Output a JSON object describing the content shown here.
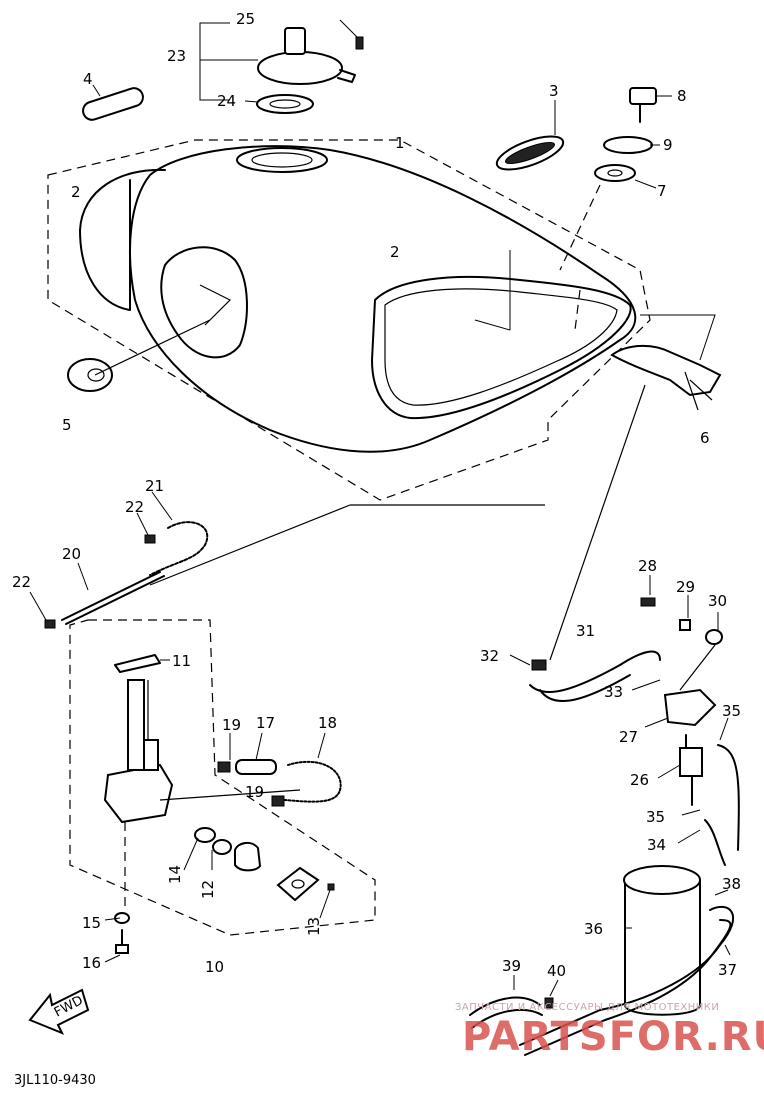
{
  "diagram": {
    "code": "3JL110-9430",
    "fwd_label": "FWD",
    "watermark": {
      "small": "ЗАПЧАСТИ И АКСЕССУАРЫ ДЛЯ МОТОТЕХНИКИ",
      "big": "PARTSFOR.RU"
    },
    "callouts": {
      "c1": "1",
      "c2a": "2",
      "c2b": "2",
      "c3": "3",
      "c4": "4",
      "c5": "5",
      "c6": "6",
      "c7": "7",
      "c8": "8",
      "c9": "9",
      "c10": "10",
      "c11": "11",
      "c12": "12",
      "c13": "13",
      "c14": "14",
      "c15": "15",
      "c16": "16",
      "c17": "17",
      "c18": "18",
      "c19a": "19",
      "c19b": "19",
      "c20": "20",
      "c21": "21",
      "c22a": "22",
      "c22b": "22",
      "c23": "23",
      "c24": "24",
      "c25": "25",
      "c26": "26",
      "c27": "27",
      "c28": "28",
      "c29": "29",
      "c30": "30",
      "c31": "31",
      "c32": "32",
      "c33": "33",
      "c34": "34",
      "c35a": "35",
      "c35b": "35",
      "c36": "36",
      "c37": "37",
      "c38": "38",
      "c39": "39",
      "c40": "40"
    }
  }
}
